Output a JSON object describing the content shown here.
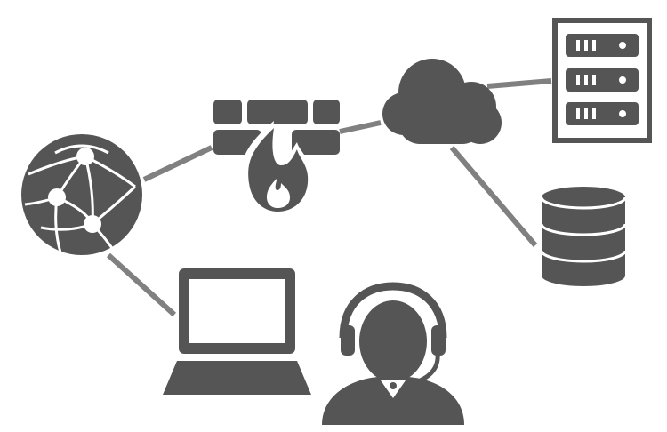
{
  "diagram": {
    "colors": {
      "icon": "#555555",
      "connector": "#808080",
      "background": "#ffffff",
      "detail": "#ffffff"
    },
    "nodes": [
      {
        "id": "internet",
        "icon": "globe-icon"
      },
      {
        "id": "firewall",
        "icon": "firewall-icon"
      },
      {
        "id": "cloud",
        "icon": "cloud-icon"
      },
      {
        "id": "server",
        "icon": "server-rack-icon"
      },
      {
        "id": "database",
        "icon": "database-icon"
      },
      {
        "id": "laptop",
        "icon": "laptop-icon"
      },
      {
        "id": "support-agent",
        "icon": "headset-user-icon"
      }
    ],
    "links": [
      {
        "from": "internet",
        "to": "firewall"
      },
      {
        "from": "firewall",
        "to": "cloud"
      },
      {
        "from": "cloud",
        "to": "server"
      },
      {
        "from": "cloud",
        "to": "database"
      },
      {
        "from": "internet",
        "to": "laptop"
      }
    ]
  }
}
